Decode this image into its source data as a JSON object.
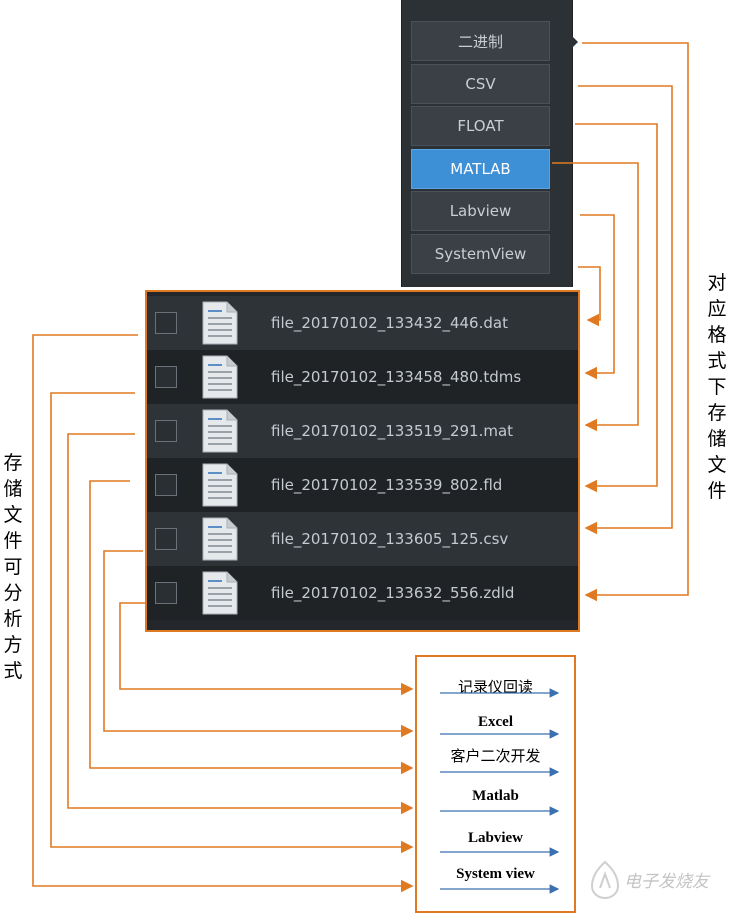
{
  "format_menu": {
    "items": [
      {
        "label": "二进制",
        "active": false
      },
      {
        "label": "CSV",
        "active": false
      },
      {
        "label": "FLOAT",
        "active": false
      },
      {
        "label": "MATLAB",
        "active": true
      },
      {
        "label": "Labview",
        "active": false
      },
      {
        "label": "SystemView",
        "active": false
      }
    ]
  },
  "file_list": {
    "files": [
      {
        "name": "file_20170102_133432_446.dat"
      },
      {
        "name": "file_20170102_133458_480.tdms"
      },
      {
        "name": "file_20170102_133519_291.mat"
      },
      {
        "name": "file_20170102_133539_802.fld"
      },
      {
        "name": "file_20170102_133605_125.csv"
      },
      {
        "name": "file_20170102_133632_556.zdld"
      }
    ]
  },
  "analysis_methods": {
    "items": [
      {
        "label": "记录仪回读"
      },
      {
        "label": "Excel"
      },
      {
        "label": "客户二次开发"
      },
      {
        "label": "Matlab"
      },
      {
        "label": "Labview"
      },
      {
        "label": "System view"
      }
    ]
  },
  "labels": {
    "right": "对应格式下存储文件",
    "left": "存储文件可分析方式"
  },
  "watermark": {
    "text": "电子发烧友"
  },
  "colors": {
    "connector": "#e07a22",
    "arrow_blue": "#3a6fb0",
    "active_button": "#3d8fd6"
  }
}
